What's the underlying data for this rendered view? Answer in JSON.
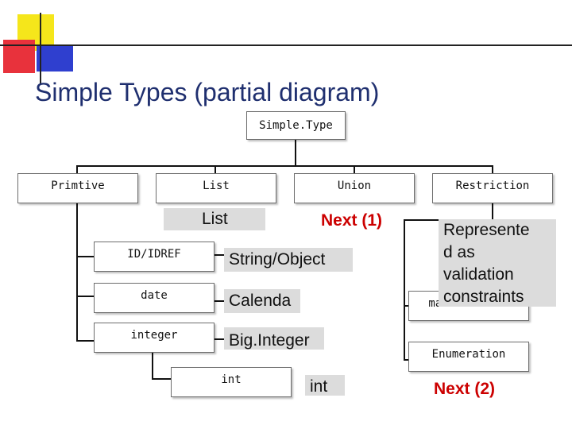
{
  "title": "Simple Types (partial diagram)",
  "nodes": {
    "root": "Simple.Type",
    "primitive": "Primtive",
    "list": "List",
    "union": "Union",
    "restriction": "Restriction",
    "id_idref": "ID/IDREF",
    "date": "date",
    "integer": "integer",
    "int": "int",
    "max_inclusive": "maxInclusive",
    "enumeration": "Enumeration"
  },
  "labels": {
    "list_caption": "List",
    "string_object": "String/Object",
    "calendar": "Calenda\nr",
    "big_integer": "Big.Integer",
    "int_caption": "int",
    "next_1": "Next (1)",
    "next_2": "Next (2)",
    "restriction_note": "Represente\nd as\nvalidation\nconstraints"
  },
  "colors": {
    "title": "#1f2f6f",
    "next": "#cc0000",
    "caption_bg": "#dcdcdc"
  }
}
